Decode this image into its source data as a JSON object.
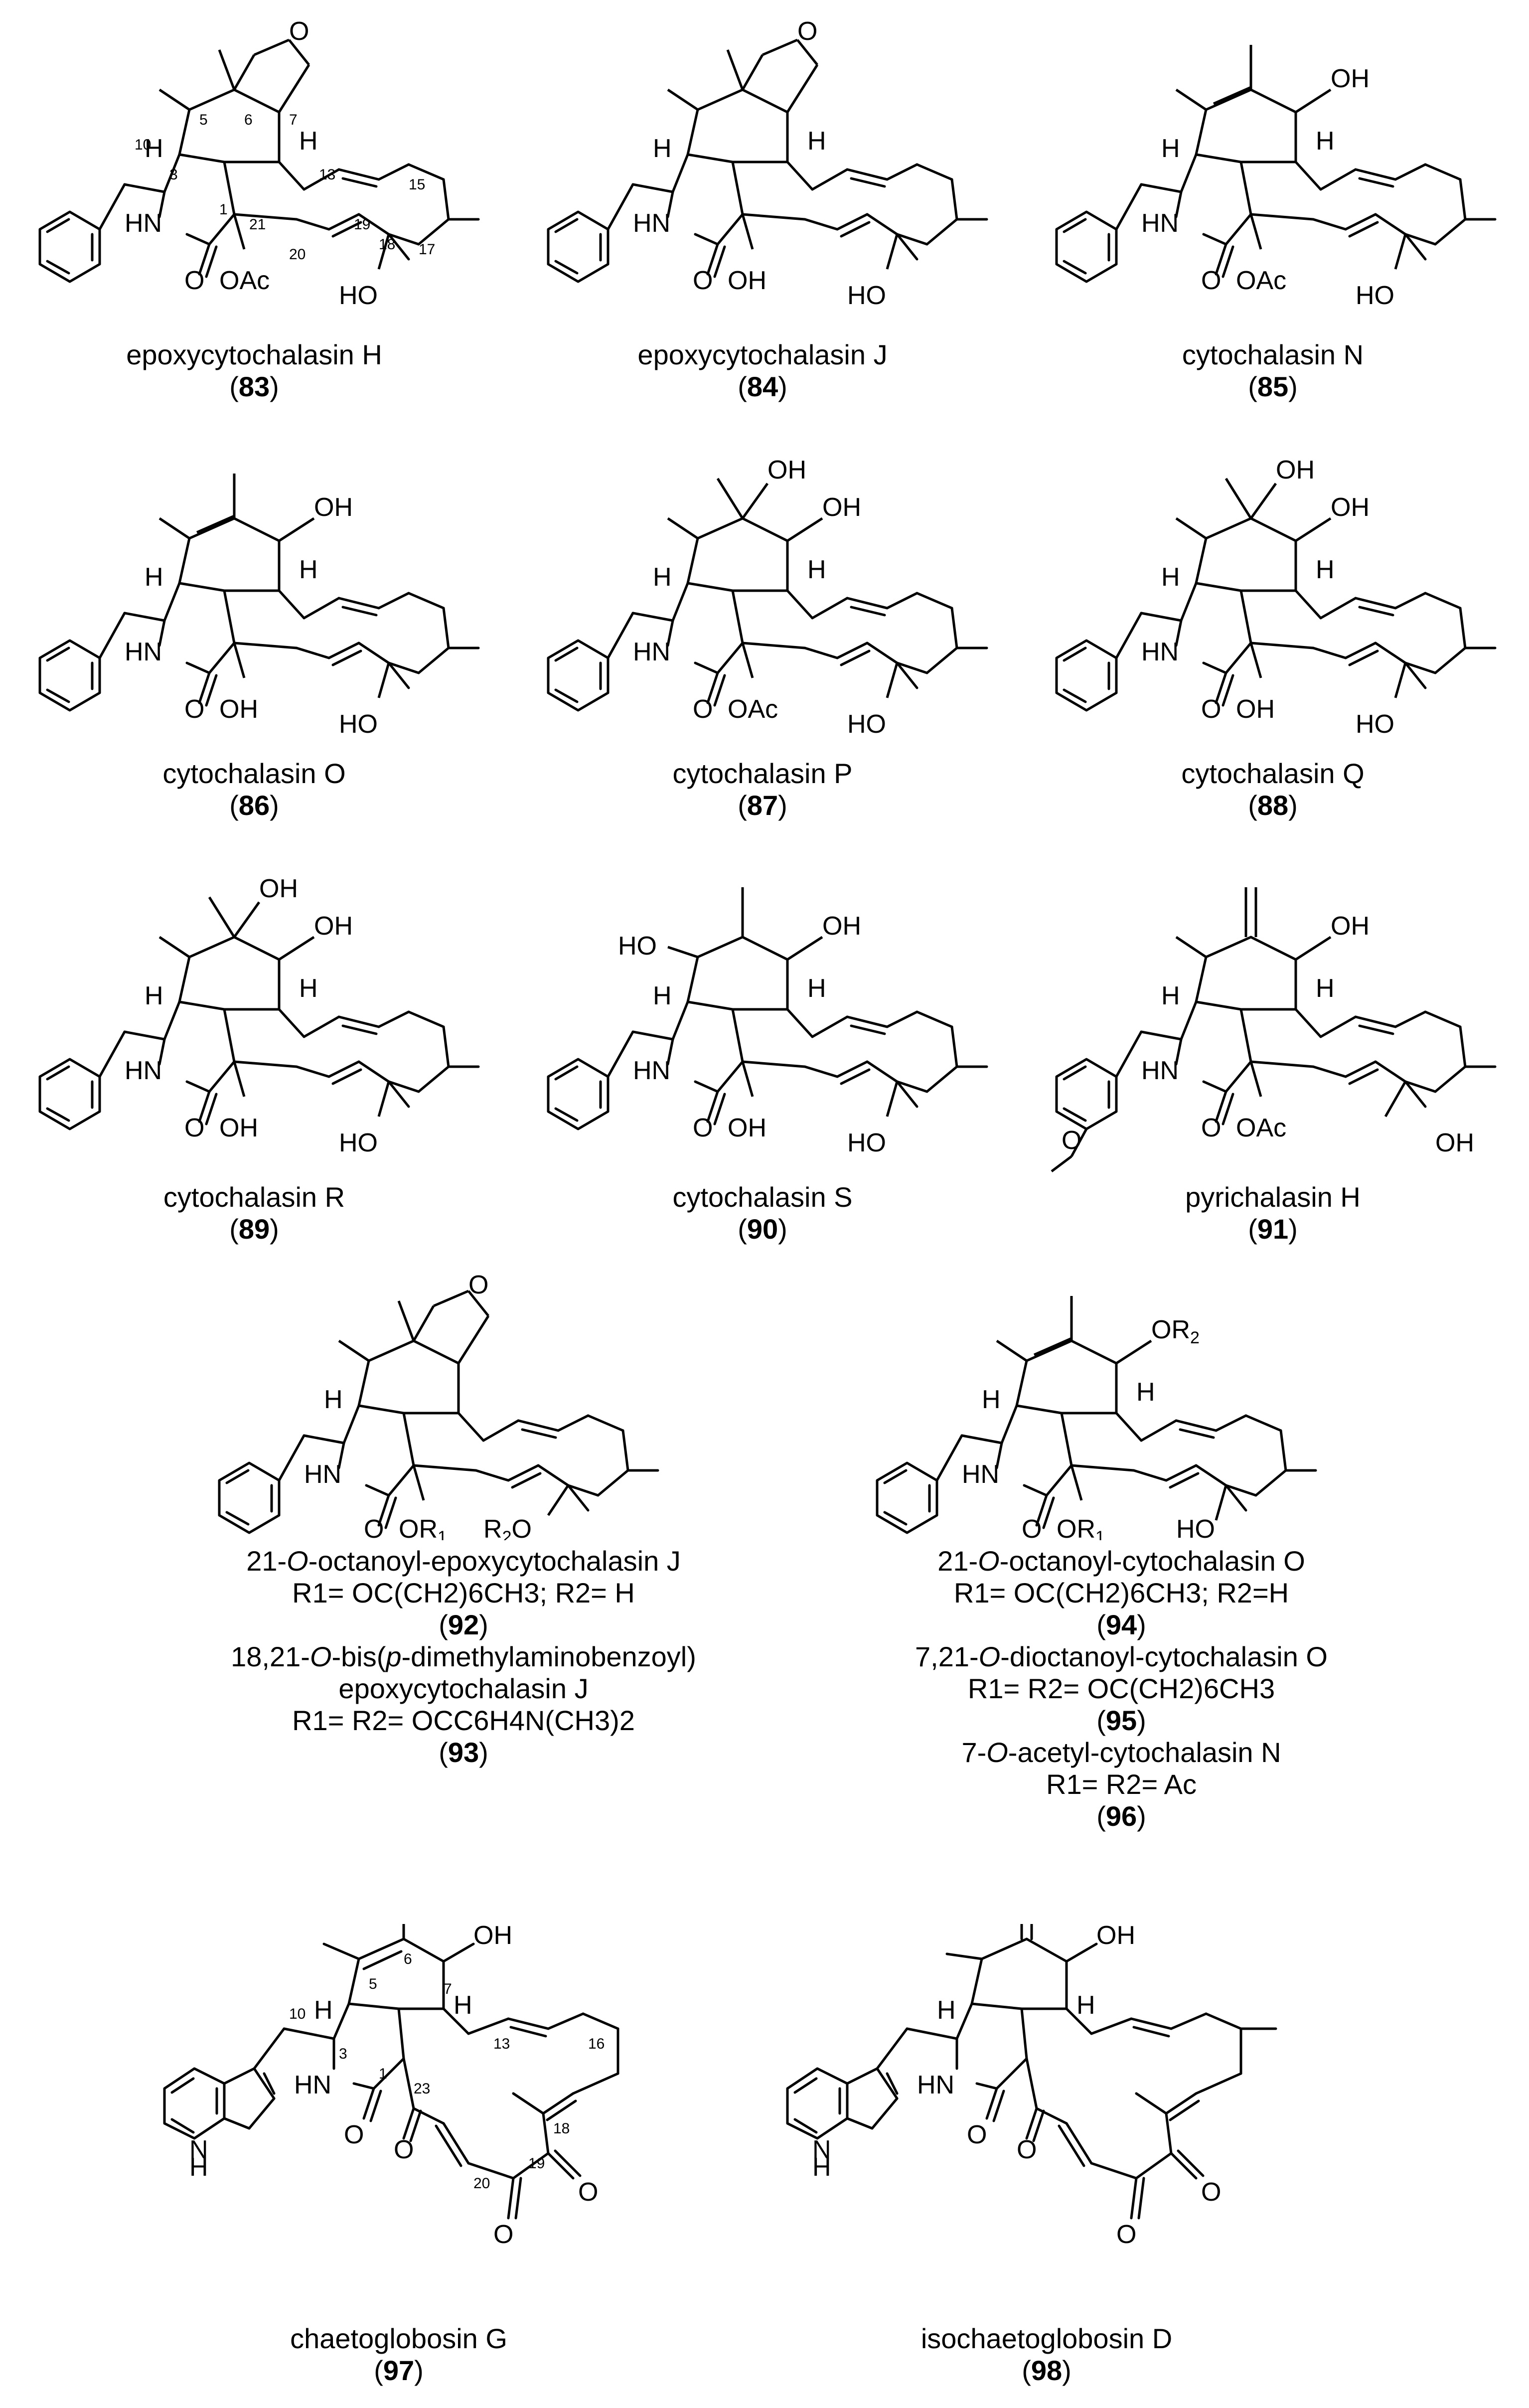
{
  "compounds": [
    {
      "name": "epoxycytochalasin H",
      "num": "83"
    },
    {
      "name": "epoxycytochalasin J",
      "num": "84"
    },
    {
      "name": "cytochalasin N",
      "num": "85"
    },
    {
      "name": "cytochalasin O",
      "num": "86"
    },
    {
      "name": "cytochalasin P",
      "num": "87"
    },
    {
      "name": "cytochalasin Q",
      "num": "88"
    },
    {
      "name": "cytochalasin R",
      "num": "89"
    },
    {
      "name": "cytochalasin S",
      "num": "90"
    },
    {
      "name": "pyrichalasin H",
      "num": "91"
    },
    {
      "name": "chaetoglobosin G",
      "num": "97"
    },
    {
      "name": "isochaetoglobosin D",
      "num": "98"
    }
  ],
  "atoms": {
    "oh": "OH",
    "ho": "HO",
    "hn": "HN",
    "o": "O",
    "oac": "OAc",
    "h": "H",
    "or1": "OR",
    "or2": "OR",
    "r2o": "R",
    "nh": "H"
  },
  "numbers": {
    "c3": "3",
    "c5": "5",
    "c6": "6",
    "c7": "7",
    "c10": "10",
    "c13": "13",
    "c15": "15",
    "c17": "17",
    "c18": "18",
    "c19": "19",
    "c20": "20",
    "c21": "21",
    "c1": "1",
    "c16": "16",
    "c23": "23"
  },
  "text_rows": {
    "left": {
      "l1a": "21-",
      "l1b": "O",
      "l1c": "-octanoyl-epoxycytochalasin  J",
      "l2": "R1= OC(CH2)6CH3; R2= H",
      "n92": "92",
      "l3a": "18,21-",
      "l3b": "O",
      "l3c": "-bis(",
      "l3d": "p",
      "l3e": "-dimethylaminobenzoyl)",
      "l4": "epoxycytochalasin J",
      "l5": "R1= R2= OCC6H4N(CH3)2",
      "n93": "93"
    },
    "right": {
      "r1a": "21-",
      "r1b": "O",
      "r1c": "-octanoyl-cytochalasin O",
      "r2": "R1= OC(CH2)6CH3; R2=H",
      "n94": "94",
      "r3a": "7,21-",
      "r3b": "O",
      "r3c": "-dioctanoyl-cytochalasin  O",
      "r4": "R1= R2= OC(CH2)6CH3",
      "n95": "95",
      "r5a": "7-",
      "r5b": "O",
      "r5c": "-acetyl-cytochalasin N",
      "r6": "R1= R2= Ac",
      "n96": "96"
    }
  }
}
